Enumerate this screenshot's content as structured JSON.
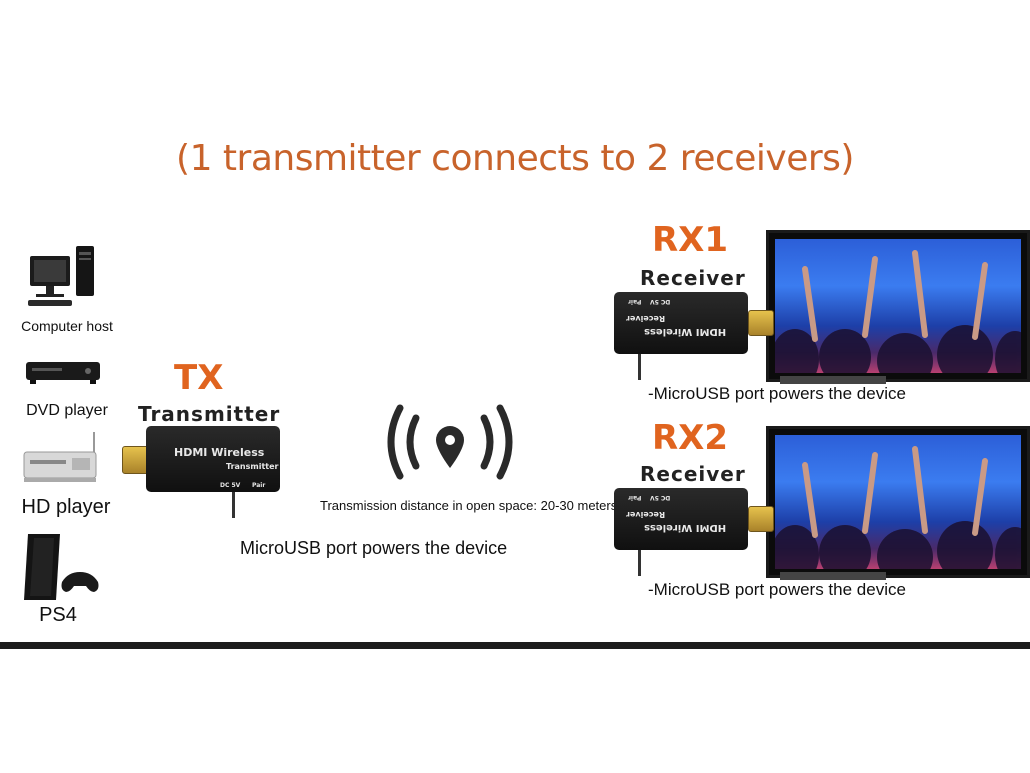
{
  "title": "(1 transmitter connects to 2 receivers)",
  "devices": [
    {
      "label": "Computer host",
      "icon": "computer-icon"
    },
    {
      "label": "DVD player",
      "icon": "dvd-player-icon"
    },
    {
      "label": "HD player",
      "icon": "hd-player-icon"
    },
    {
      "label": "PS4",
      "icon": "ps4-icon"
    }
  ],
  "tx": {
    "badge": "TX",
    "name": "Transmitter",
    "dongle_brand": "HDMI Wireless",
    "dongle_type": "Transmitter",
    "port_dc": "DC 5V",
    "port_pair": "Pair",
    "power_note": "MicroUSB port powers the device"
  },
  "signal": {
    "icon": "wireless-signal-icon",
    "distance_note": "Transmission distance in open space: 20-30 meters"
  },
  "rx": [
    {
      "badge": "RX1",
      "name": "Receiver",
      "dongle_brand": "HDMI Wireless",
      "dongle_type": "Receiver",
      "port_dc": "DC 5V",
      "port_pair": "Pair",
      "power_note": "-MicroUSB port powers the device"
    },
    {
      "badge": "RX2",
      "name": "Receiver",
      "dongle_brand": "HDMI Wireless",
      "dongle_type": "Receiver",
      "port_dc": "DC 5V",
      "port_pair": "Pair",
      "power_note": "-MicroUSB port powers the device"
    }
  ],
  "colors": {
    "accent": "#e0641f",
    "title": "#c8632b"
  }
}
